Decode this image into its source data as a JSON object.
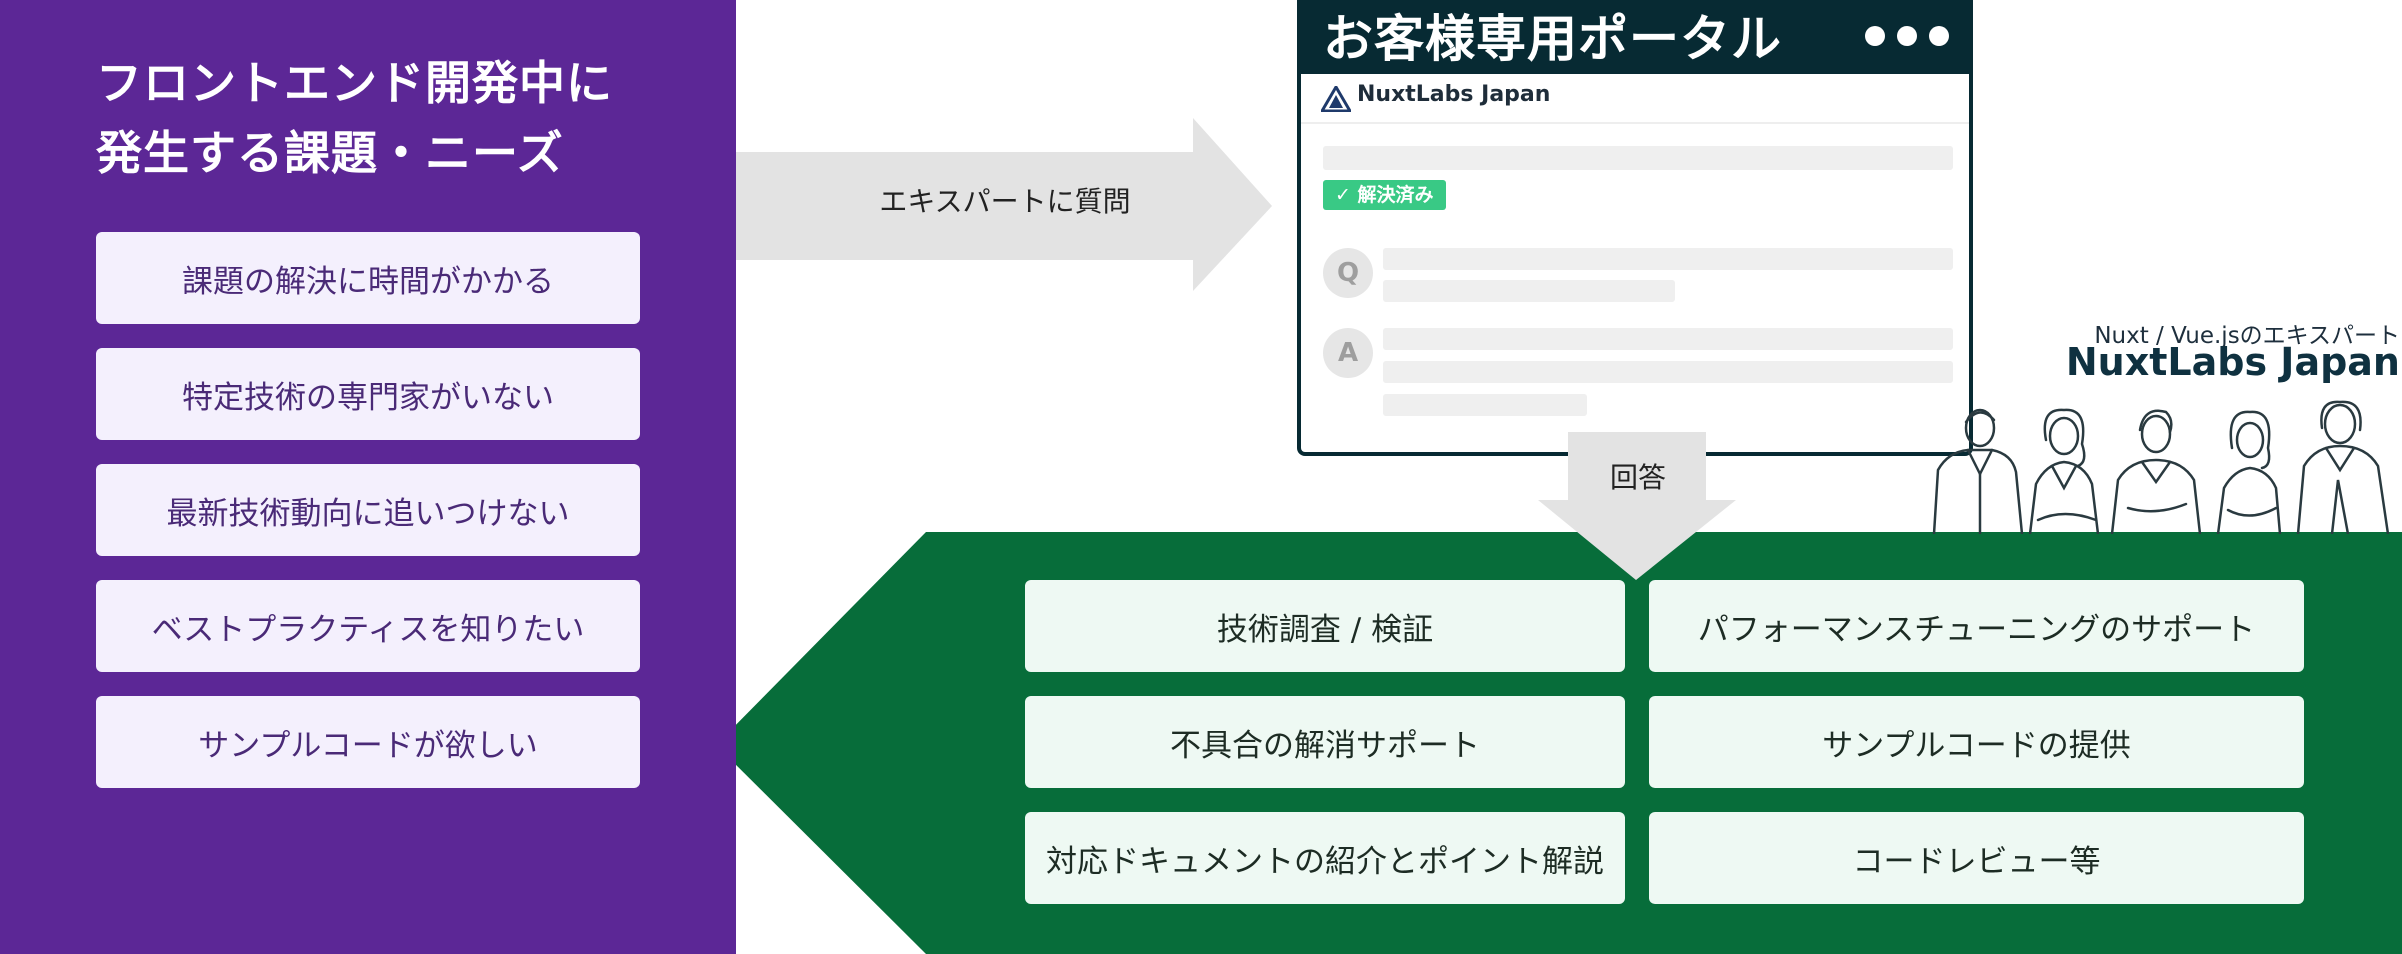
{
  "left_panel": {
    "title": "フロントエンド開発中に\n発生する課題・ニーズ",
    "issues": [
      "課題の解決に時間がかかる",
      "特定技術の専門家がいない",
      "最新技術動向に追いつけない",
      "ベストプラクティスを知りたい",
      "サンプルコードが欲しい"
    ]
  },
  "ask_arrow": {
    "label": "エキスパートに質問"
  },
  "portal": {
    "title": "お客様専用ポータル",
    "brand": "NuxtLabs Japan",
    "badge": "✓ 解決済み",
    "q_label": "Q",
    "a_label": "A"
  },
  "expert": {
    "subtitle": "Nuxt / Vue.jsのエキスパート",
    "name": "NuxtLabs Japan"
  },
  "answer_arrow": {
    "label": "回答"
  },
  "services": [
    "技術調査 / 検証",
    "パフォーマンスチューニングのサポート",
    "不具合の解消サポート",
    "サンプルコードの提供",
    "対応ドキュメントの紹介とポイント解説",
    "コードレビュー等"
  ],
  "colors": {
    "purple": "#5c2796",
    "green": "#076d3a",
    "navy": "#072a33",
    "gray_arrow": "#e3e3e3",
    "badge_green": "#39c985"
  }
}
